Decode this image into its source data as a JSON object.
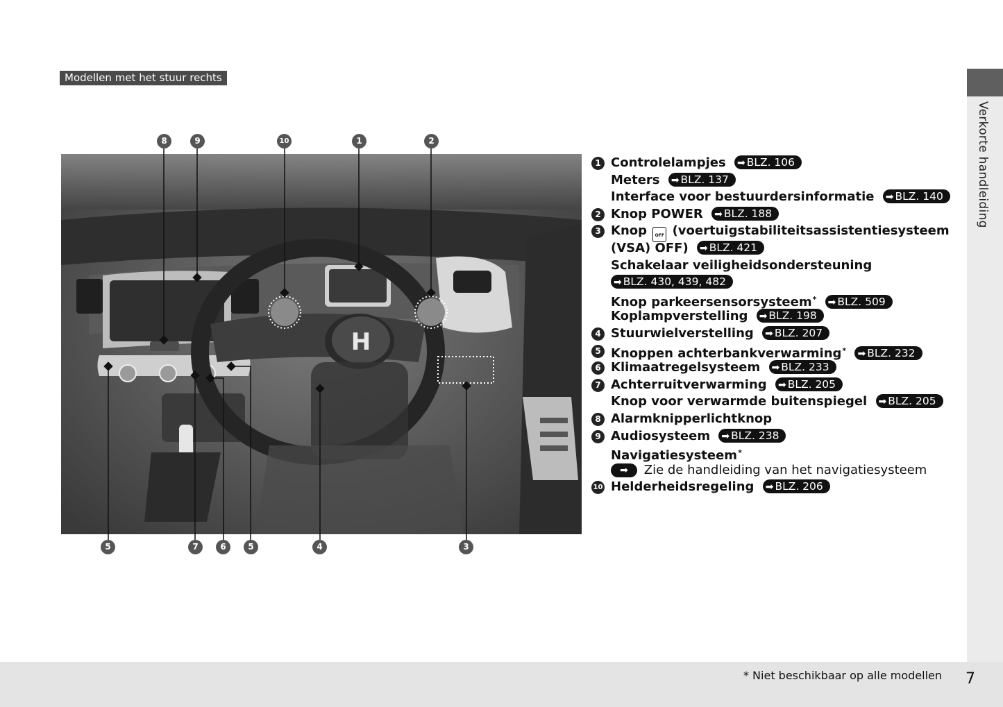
{
  "header": {
    "tag": "Modellen met het stuur rechts"
  },
  "side_tab": {
    "label": "Verkorte handleiding"
  },
  "footer": {
    "note": "* Niet beschikbaar op alle modellen",
    "page_number": "7"
  },
  "callouts": {
    "top": [
      "8",
      "9",
      "10",
      "1",
      "2"
    ],
    "bottom": [
      "5",
      "7",
      "6",
      "5",
      "4",
      "3"
    ]
  },
  "legend": {
    "r1": {
      "num": "1",
      "text": "Controlelampjes",
      "ref": "BLZ. 106"
    },
    "r2": {
      "text": "Meters",
      "ref": "BLZ. 137"
    },
    "r3": {
      "text": "Interface voor bestuurdersinformatie",
      "ref": "BLZ. 140"
    },
    "r4": {
      "num": "2",
      "text": "Knop POWER",
      "ref": "BLZ. 188"
    },
    "r5": {
      "num": "3",
      "text_a": "Knop",
      "icon_text": "OFF",
      "text_b": "(voertuigstabiliteitsassistentiesysteem"
    },
    "r6": {
      "text": "(VSA) OFF)",
      "ref": "BLZ. 421"
    },
    "r7": {
      "text": "Schakelaar veiligheidsondersteuning"
    },
    "r8": {
      "ref": "BLZ. 430, 439, 482"
    },
    "r9": {
      "text": "Knop parkeersensorsysteem",
      "star": "*",
      "ref": "BLZ. 509"
    },
    "r10": {
      "text": "Koplampverstelling",
      "ref": "BLZ. 198"
    },
    "r11": {
      "num": "4",
      "text": "Stuurwielverstelling",
      "ref": "BLZ. 207"
    },
    "r12": {
      "num": "5",
      "text": "Knoppen achterbankverwarming",
      "star": "*",
      "ref": "BLZ. 232"
    },
    "r13": {
      "num": "6",
      "text": "Klimaatregelsysteem",
      "ref": "BLZ. 233"
    },
    "r14": {
      "num": "7",
      "text": "Achterruitverwarming",
      "ref": "BLZ. 205"
    },
    "r15": {
      "text": "Knop voor verwarmde buitenspiegel",
      "ref": "BLZ. 205"
    },
    "r16": {
      "num": "8",
      "text": "Alarmknipperlichtknop"
    },
    "r17": {
      "num": "9",
      "text": "Audiosysteem",
      "ref": "BLZ. 238"
    },
    "r18": {
      "text": "Navigatiesysteem",
      "star": "*"
    },
    "r19": {
      "text": "Zie de handleiding van het navigatiesysteem"
    },
    "r20": {
      "num": "10",
      "text": "Helderheidsregeling",
      "ref": "BLZ. 206"
    }
  }
}
